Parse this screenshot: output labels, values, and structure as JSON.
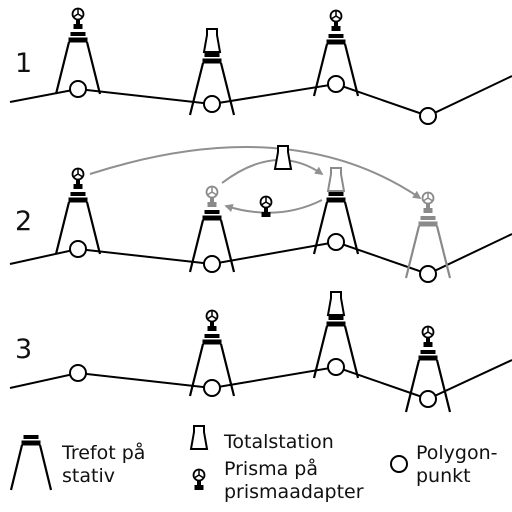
{
  "steps": [
    {
      "label": "1"
    },
    {
      "label": "2"
    },
    {
      "label": "3"
    }
  ],
  "legend": {
    "tripod_line1": "Trefot på",
    "tripod_line2": "stativ",
    "station": "Totalstation",
    "prism_line1": "Prisma på",
    "prism_line2": "prismaadapter",
    "point_line1": "Polygon-",
    "point_line2": "punkt"
  },
  "colors": {
    "ink": "#000000",
    "moved": "#8a8a8a",
    "arrow": "#909090"
  }
}
